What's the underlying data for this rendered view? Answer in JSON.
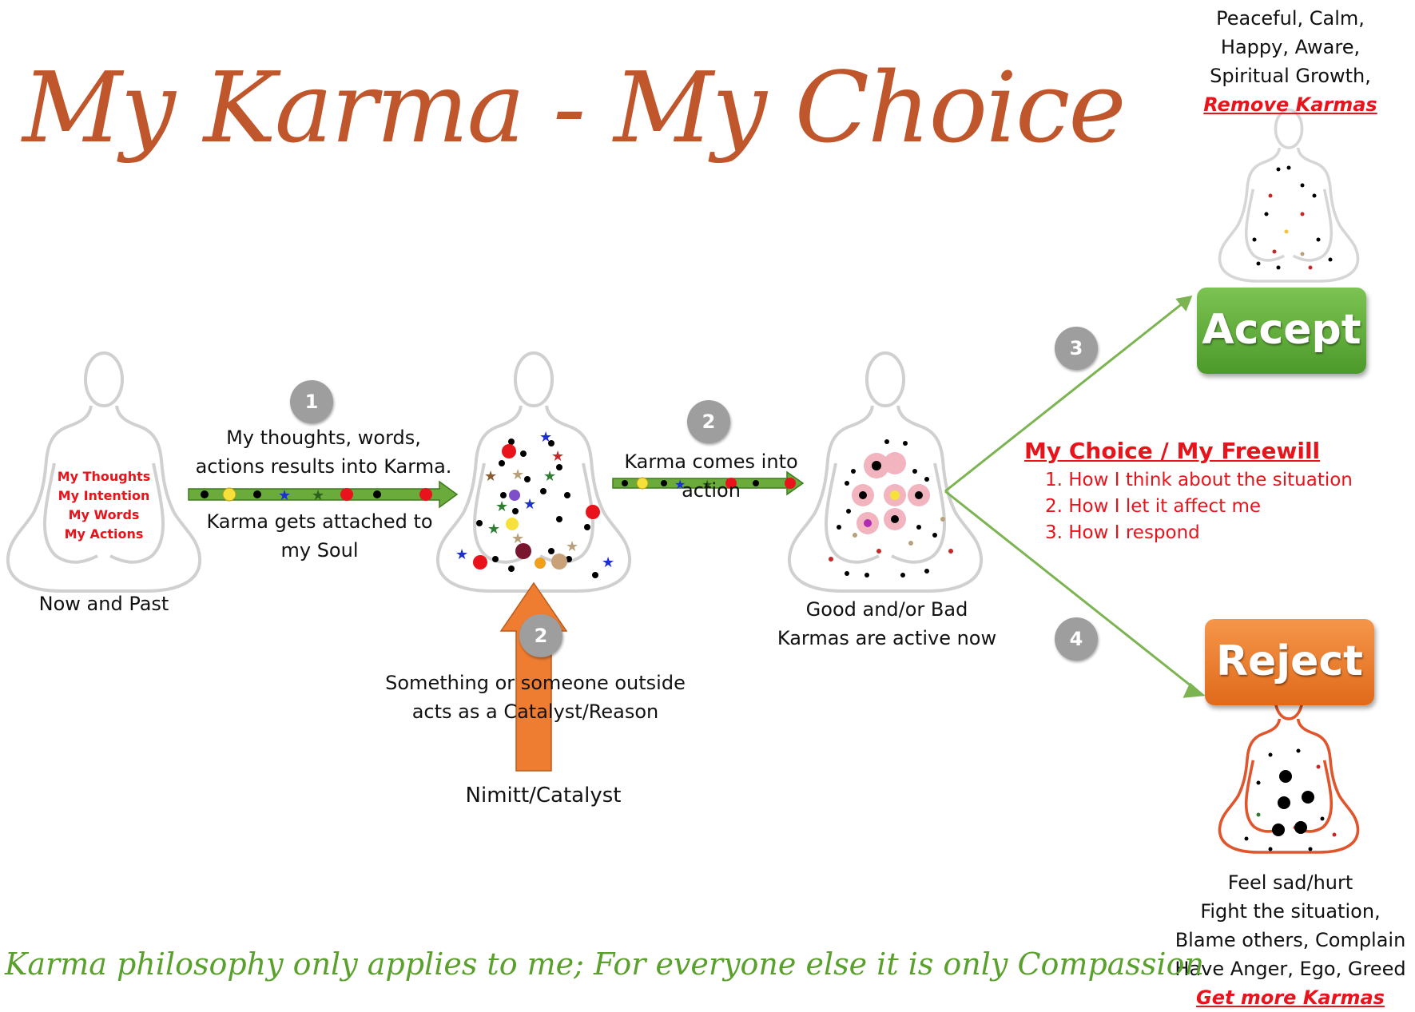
{
  "title": "My Karma - My Choice",
  "figure1": {
    "lines": [
      "My Thoughts",
      "My Intention",
      "My Words",
      "My Actions"
    ],
    "caption": "Now and Past"
  },
  "step1": {
    "number": "1",
    "above": [
      "My thoughts, words,",
      "actions results into Karma."
    ],
    "below": [
      "Karma gets attached to",
      "my Soul"
    ]
  },
  "step2_top": {
    "number": "2",
    "label": "Karma comes into action"
  },
  "step2_bottom": {
    "number": "2",
    "text": [
      "Something or someone outside",
      "acts as a Catalyst/Reason"
    ],
    "caption": "Nimitt/Catalyst"
  },
  "figure3": {
    "caption": [
      "Good and/or Bad",
      "Karmas are active now"
    ]
  },
  "choice": {
    "heading": "My Choice / My Freewill",
    "items": [
      "1. How I think about the situation",
      "2. How I let it affect me",
      "3. How I respond"
    ]
  },
  "accept": {
    "number": "3",
    "button": "Accept",
    "result": [
      "Peaceful, Calm,",
      "Happy, Aware,",
      "Spiritual Growth,"
    ],
    "result_link": "Remove Karmas"
  },
  "reject": {
    "number": "4",
    "button": "Reject",
    "result": [
      "Feel sad/hurt",
      "Fight the situation,",
      "Blame others, Complain",
      "Have Anger, Ego, Greed"
    ],
    "result_link": "Get more Karmas"
  },
  "footer": "Karma philosophy only applies to me; For everyone else it is only Compassion",
  "colors": {
    "title": "#c0562c",
    "red": "#e8131b",
    "green": "#5aa02c",
    "accept": "#4c9a2a",
    "reject": "#e06a1b",
    "arrow_orange": "#ee7d32",
    "arrow_green": "#6aab3c"
  }
}
